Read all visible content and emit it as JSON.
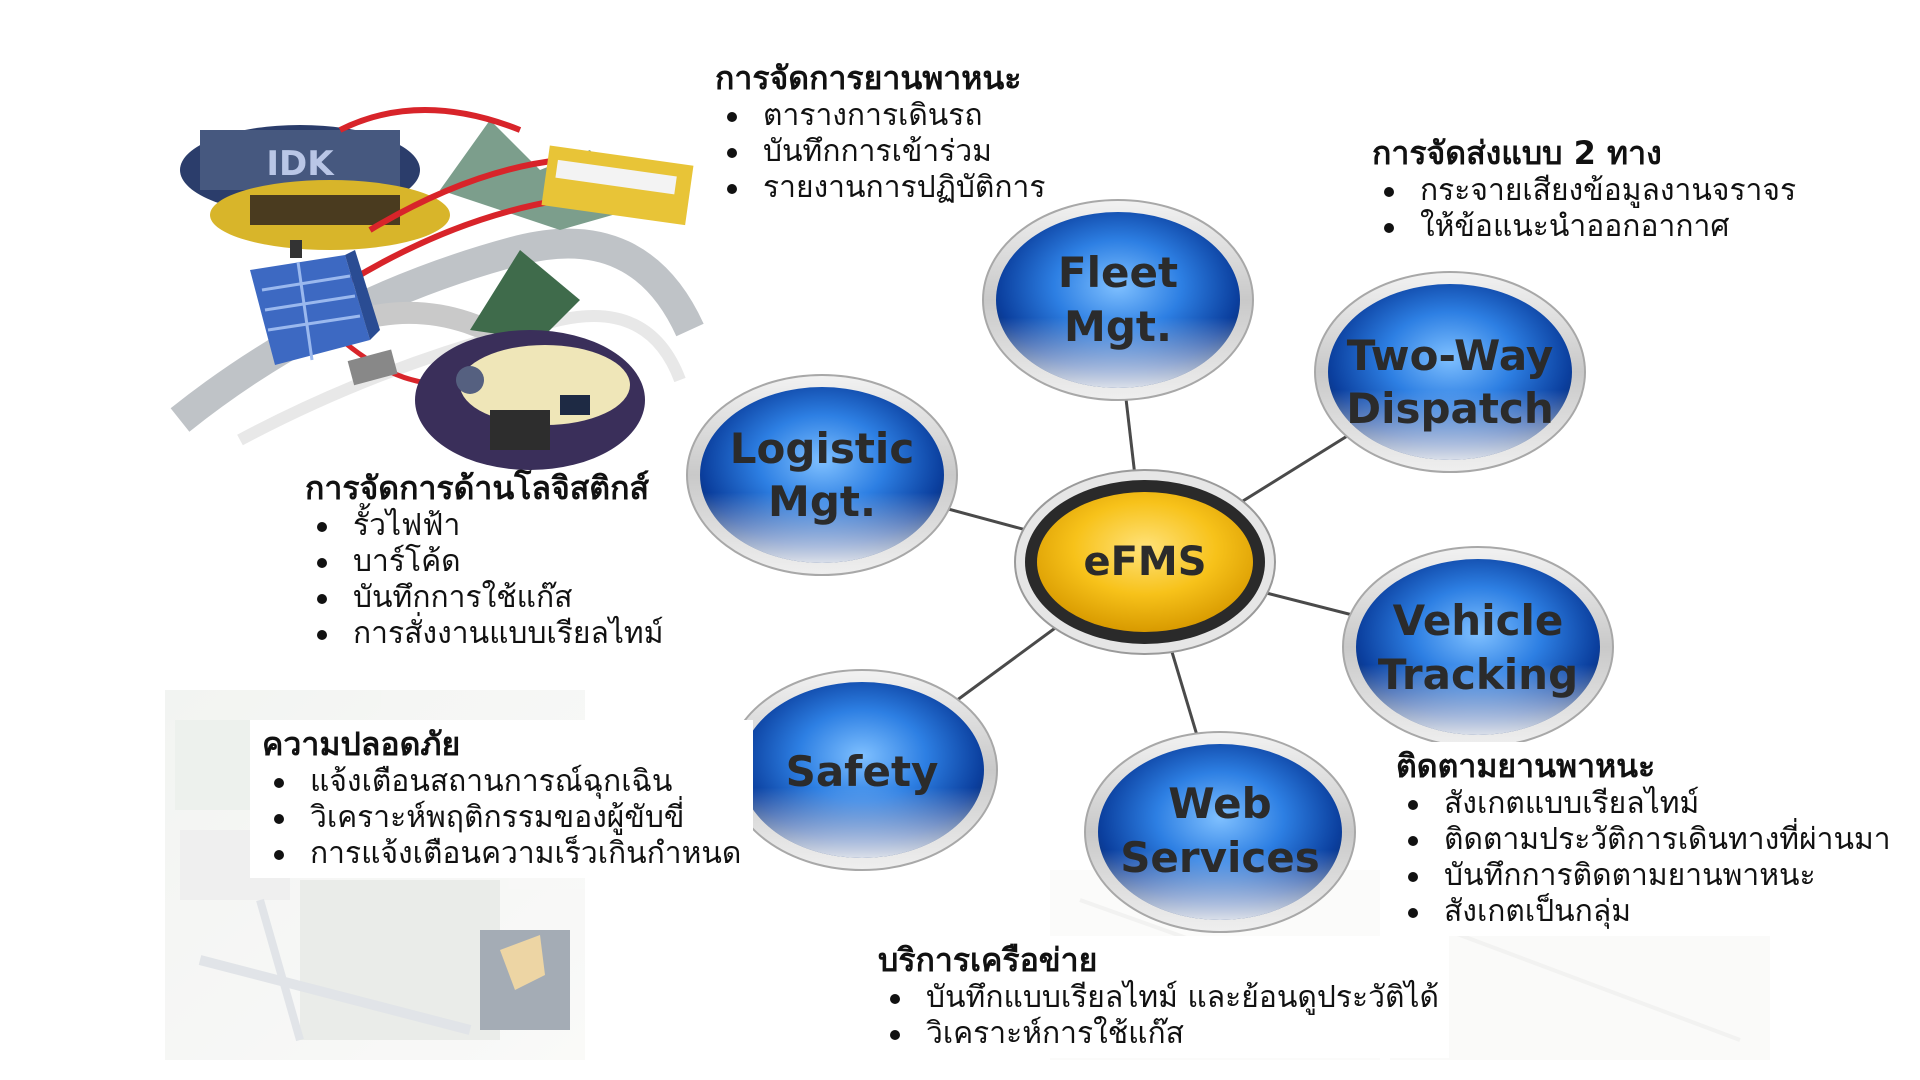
{
  "diagram": {
    "center": {
      "label": "eFMS"
    },
    "nodes": [
      {
        "id": "fleet",
        "lines": [
          "Fleet",
          "Mgt."
        ]
      },
      {
        "id": "twoway",
        "lines": [
          "Two-Way",
          "Dispatch"
        ]
      },
      {
        "id": "vehicle",
        "lines": [
          "Vehicle",
          "Tracking"
        ]
      },
      {
        "id": "web",
        "lines": [
          "Web",
          "Services"
        ]
      },
      {
        "id": "safety",
        "lines": [
          "Safety"
        ]
      },
      {
        "id": "logistic",
        "lines": [
          "Logistic",
          "Mgt."
        ]
      }
    ],
    "colors": {
      "node_blue": "#2d7fe3",
      "node_blue_dark": "#0b3f9e",
      "center_yellow": "#f7c21a",
      "center_ring": "#2a2a2a",
      "connector": "#4a4a4a"
    }
  },
  "blocks": {
    "fleet_mgmt": {
      "heading": "การจัดการยานพาหนะ",
      "items": [
        "ตารางการเดินรถ",
        "บันทึกการเข้าร่วม",
        "รายงานการปฏิบัติการ"
      ]
    },
    "two_way": {
      "heading": "การจัดส่งแบบ 2 ทาง",
      "items": [
        "กระจายเสียงข้อมูลงานจราจร",
        "ให้ข้อแนะนำออกอากาศ"
      ]
    },
    "logistics": {
      "heading": "การจัดการด้านโลจิสติกส์",
      "items": [
        "รั้วไฟฟ้า",
        "บาร์โค้ด",
        "บันทึกการใช้แก๊ส",
        "การสั่งงานแบบเรียลไทม์"
      ]
    },
    "safety": {
      "heading": "ความปลอดภัย",
      "items": [
        "แจ้งเตือนสถานการณ์ฉุกเฉิน",
        "วิเคราะห์พฤติกรรมของผู้ขับขี่",
        "การแจ้งเตือนความเร็วเกินกำหนด"
      ]
    },
    "tracking": {
      "heading": "ติดตามยานพาหนะ",
      "items": [
        "สังเกตแบบเรียลไทม์",
        "ติดตามประวัติการเดินทางที่ผ่านมา",
        "บันทึกการติดตามยานพาหนะ",
        "สังเกตเป็นกลุ่ม"
      ]
    },
    "network": {
      "heading": "บริการเครือข่าย",
      "items": [
        "บันทึกแบบเรียลไทม์ และย้อนดูประวัติได้",
        "วิเคราะห์การใช้แก๊ส"
      ]
    }
  },
  "illustration": {
    "icons": [
      "fleet-scene-illustration",
      "map-screen-illustration"
    ]
  }
}
